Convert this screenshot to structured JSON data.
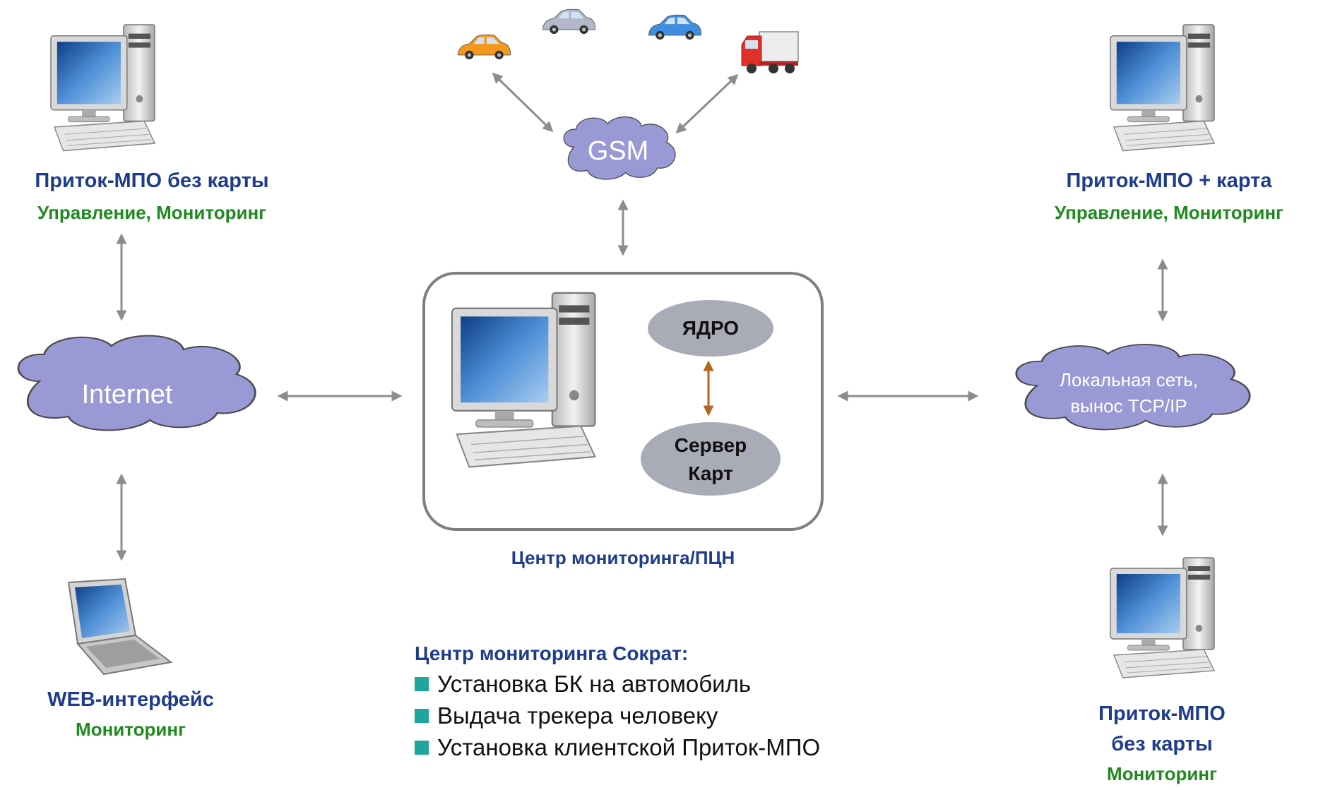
{
  "clouds": {
    "gsm": "GSM",
    "internet": "Internet",
    "lan_line1": "Локальная сеть,",
    "lan_line2": "вынос TCP/IP"
  },
  "center_box": {
    "core": "ЯДРО",
    "map_server_line1": "Сервер",
    "map_server_line2": "Карт",
    "caption": "Центр мониторинга/ПЦН"
  },
  "nodes": {
    "top_left": {
      "title": "Приток-МПО без карты",
      "subtitle": "Управление, Мониторинг"
    },
    "top_right": {
      "title": "Приток-МПО + карта",
      "subtitle": "Управление, Мониторинг"
    },
    "bottom_left": {
      "title": "WEB-интерфейс",
      "subtitle": "Мониторинг"
    },
    "bottom_right": {
      "title_line1": "Приток-МПО",
      "title_line2": "без карты",
      "subtitle": "Мониторинг"
    }
  },
  "info": {
    "heading": "Центр мониторинга Сократ:",
    "items": [
      "Установка БК на автомобиль",
      "Выдача трекера человеку",
      "Установка клиентской Приток-МПО"
    ]
  },
  "colors": {
    "cloud_fill": "#9999D6",
    "arrow_gray": "#8C8C8C",
    "arrow_brown": "#B5651D",
    "oval_fill": "#A9ACB6",
    "title_navy": "#1F3C8C",
    "subtitle_green": "#1E8A1E",
    "bullet_teal": "#1FA49E"
  },
  "icons": [
    "desktop-computer-icon",
    "laptop-icon",
    "orange-car-icon",
    "gray-car-icon",
    "blue-car-icon",
    "red-truck-icon"
  ]
}
